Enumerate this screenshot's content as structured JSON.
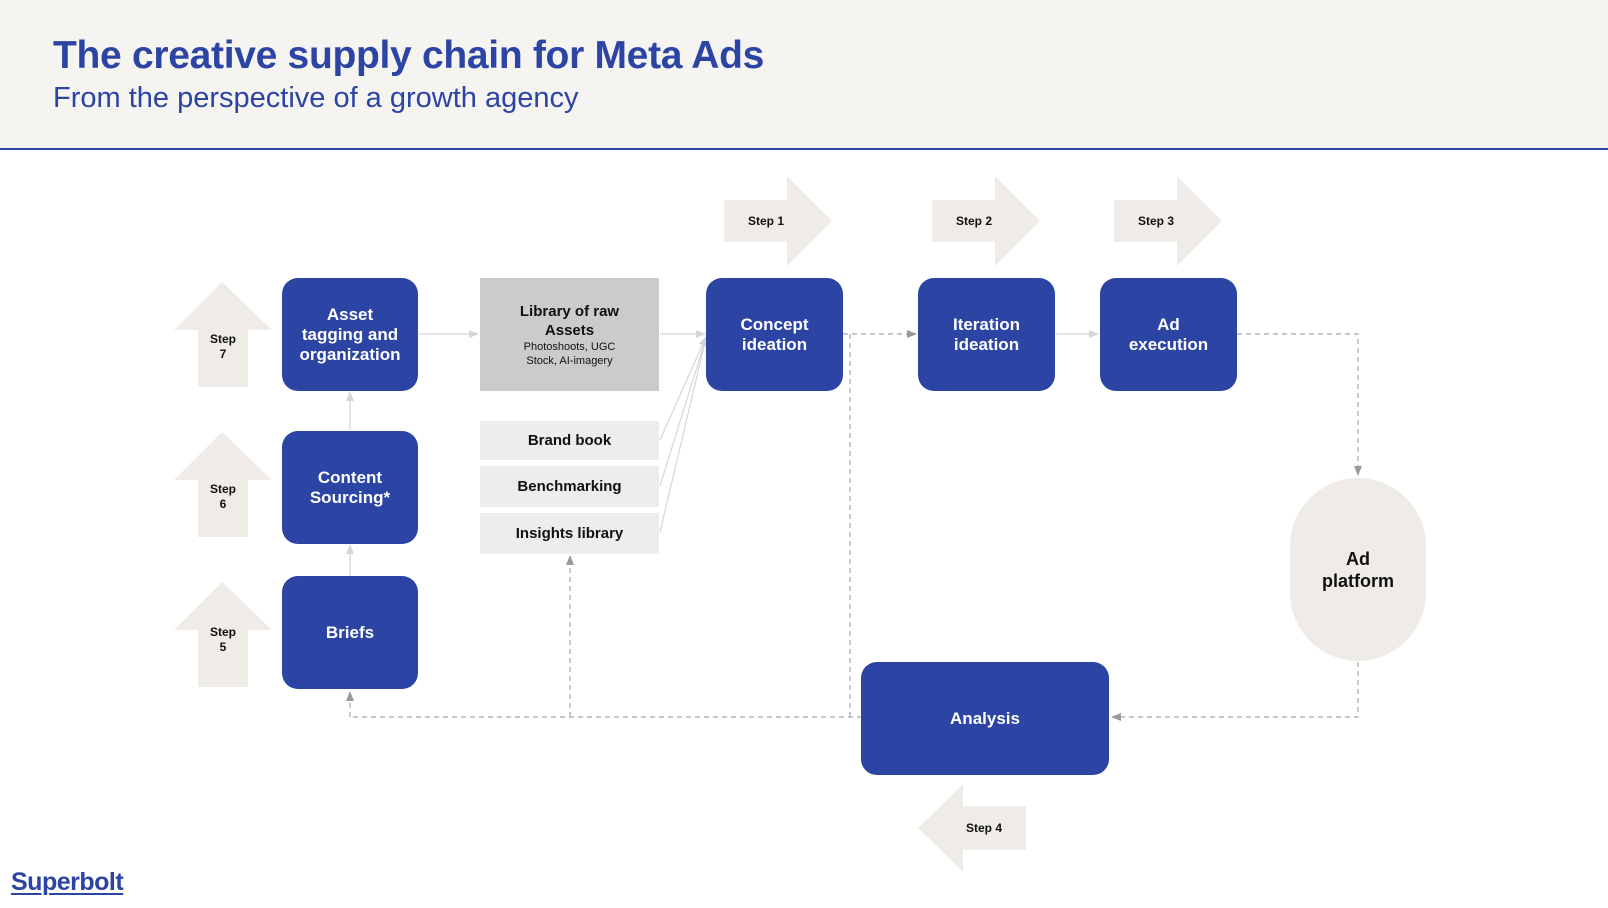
{
  "header": {
    "title": "The creative supply chain for Meta Ads",
    "subtitle": "From the perspective of a growth agency"
  },
  "colors": {
    "brand_blue": "#2c44a3",
    "step_arrow": "#efece7",
    "library_gray": "#cbcbcb",
    "resource_gray": "#ededed",
    "connector": "#a8a8a8"
  },
  "nodes": {
    "asset_tagging": "Asset\ntagging and\norganization",
    "content_sourcing": "Content\nSourcing*",
    "briefs": "Briefs",
    "library": {
      "title": "Library of raw\nAssets",
      "subtitle": "Photoshoots, UGC\nStock, AI-imagery"
    },
    "brand_book": "Brand book",
    "benchmarking": "Benchmarking",
    "insights_library": "Insights library",
    "concept_ideation": "Concept\nideation",
    "iteration_ideation": "Iteration\nideation",
    "ad_execution": "Ad\nexecution",
    "ad_platform": "Ad\nplatform",
    "analysis": "Analysis"
  },
  "steps": {
    "step1": "Step 1",
    "step2": "Step 2",
    "step3": "Step 3",
    "step4": "Step 4",
    "step5": "Step\n5",
    "step6": "Step\n6",
    "step7": "Step\n7"
  },
  "footer": {
    "logo": "Superbolt"
  }
}
